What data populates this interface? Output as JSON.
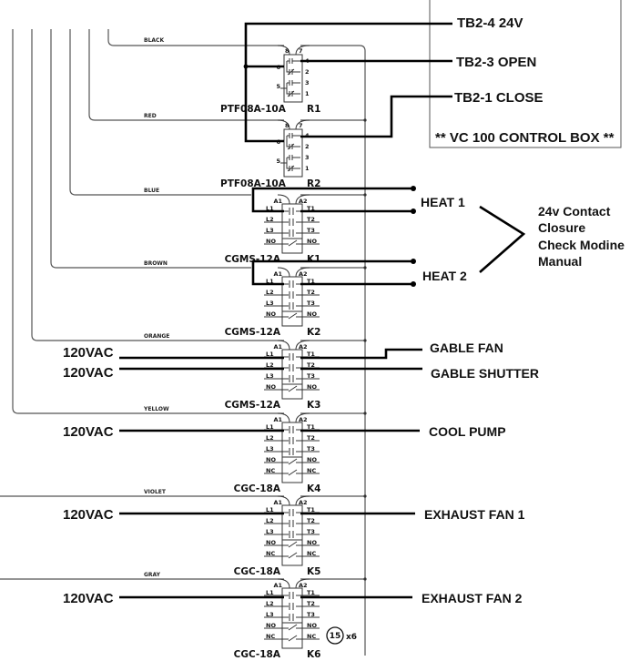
{
  "control_box": {
    "title": "** VC 100 CONTROL BOX **",
    "terminals": [
      {
        "label": "TB2-4  24V"
      },
      {
        "label": "TB2-3  OPEN"
      },
      {
        "label": "TB2-1 CLOSE"
      }
    ]
  },
  "wire_colors": [
    "BLACK",
    "RED",
    "BLUE",
    "BROWN",
    "ORANGE",
    "YELLOW",
    "VIOLET",
    "GRAY"
  ],
  "relays": [
    {
      "id": "R1",
      "model": "PTF08A-10A",
      "coil_pins": [
        "8",
        "7"
      ],
      "pins_left": [
        "6",
        "5"
      ],
      "pins_right": [
        "4",
        "2",
        "3",
        "1"
      ]
    },
    {
      "id": "R2",
      "model": "PTF08A-10A",
      "coil_pins": [
        "8",
        "7"
      ],
      "pins_left": [
        "6",
        "5"
      ],
      "pins_right": [
        "4",
        "2",
        "3",
        "1"
      ]
    }
  ],
  "contactors": [
    {
      "id": "K1",
      "model": "CGMS-12A",
      "coil": [
        "A1",
        "A2"
      ],
      "left": [
        "L1",
        "L2",
        "L3",
        "NO"
      ],
      "right": [
        "T1",
        "T2",
        "T3",
        "NO"
      ]
    },
    {
      "id": "K2",
      "model": "CGMS-12A",
      "coil": [
        "A1",
        "A2"
      ],
      "left": [
        "L1",
        "L2",
        "L3",
        "NO"
      ],
      "right": [
        "T1",
        "T2",
        "T3",
        "NO"
      ]
    },
    {
      "id": "K3",
      "model": "CGMS-12A",
      "coil": [
        "A1",
        "A2"
      ],
      "left": [
        "L1",
        "L2",
        "L3",
        "NO"
      ],
      "right": [
        "T1",
        "T2",
        "T3",
        "NO"
      ]
    },
    {
      "id": "K4",
      "model": "CGC-18A",
      "coil": [
        "A1",
        "A2"
      ],
      "left": [
        "L1",
        "L2",
        "L3",
        "NO",
        "NC"
      ],
      "right": [
        "T1",
        "T2",
        "T3",
        "NO",
        "NC"
      ]
    },
    {
      "id": "K5",
      "model": "CGC-18A",
      "coil": [
        "A1",
        "A2"
      ],
      "left": [
        "L1",
        "L2",
        "L3",
        "NO",
        "NC"
      ],
      "right": [
        "T1",
        "T2",
        "T3",
        "NO",
        "NC"
      ]
    },
    {
      "id": "K6",
      "model": "CGC-18A",
      "coil": [
        "A1",
        "A2"
      ],
      "left": [
        "L1",
        "L2",
        "L3",
        "NO",
        "NC"
      ],
      "right": [
        "T1",
        "T2",
        "T3",
        "NO",
        "NC"
      ]
    }
  ],
  "supply_labels": [
    "120VAC",
    "120VAC",
    "120VAC",
    "120VAC",
    "120VAC"
  ],
  "loads": {
    "heat1": "HEAT 1",
    "heat2": "HEAT 2",
    "gable_fan": "GABLE FAN",
    "gable_shutter": "GABLE SHUTTER",
    "cool_pump": "COOL PUMP",
    "exhaust_fan_1": "EXHAUST FAN 1",
    "exhaust_fan_2": "EXHAUST FAN 2"
  },
  "note": {
    "lines": [
      "24v Contact",
      "Closure",
      "Check Modine",
      "Manual"
    ]
  },
  "callout": {
    "number": "15",
    "qty": "x6"
  }
}
